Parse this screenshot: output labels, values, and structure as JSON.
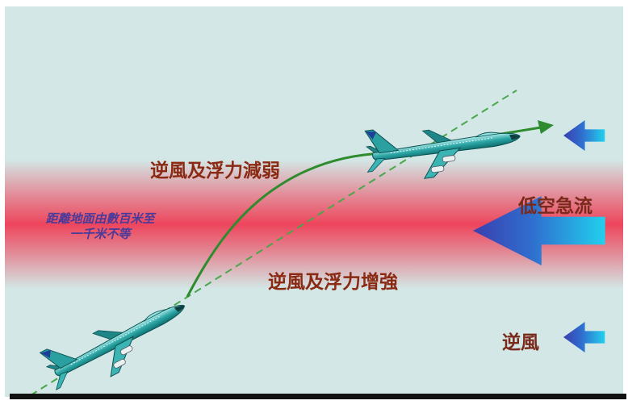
{
  "labels": {
    "weakening": "逆風及浮力減弱",
    "strengthening": "逆風及浮力增強",
    "jet": "低空急流",
    "headwind": "逆風",
    "altitude_line1": "距離地面由數百米至",
    "altitude_line2": "一千米不等"
  },
  "colors": {
    "sky": "#d3e7e6",
    "jet_band": "#ef3d55",
    "flight_path": "#2e8b2e",
    "climb_line": "#4aa64a",
    "arrow_dark": "#3a3fae",
    "arrow_light": "#22d0ee",
    "ground": "#111111"
  },
  "icons": [
    "airplane-icon",
    "wind-arrow-icon"
  ]
}
